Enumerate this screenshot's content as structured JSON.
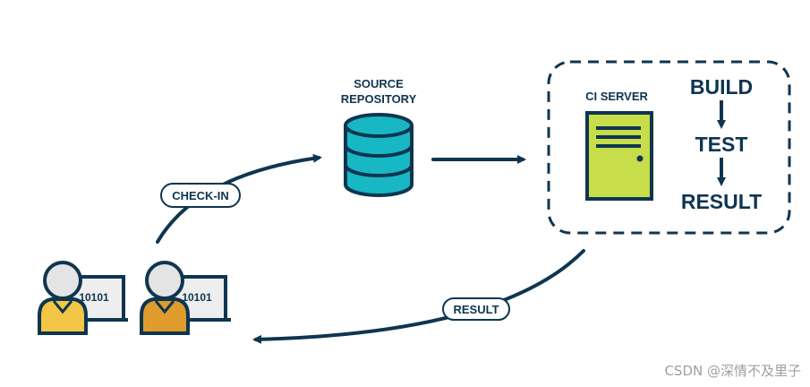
{
  "labels": {
    "source_repo_line1": "SOURCE",
    "source_repo_line2": "REPOSITORY",
    "ci_server": "CI SERVER",
    "build": "BUILD",
    "test": "TEST",
    "result_step": "RESULT",
    "check_in": "CHECK-IN",
    "result_feedback": "RESULT",
    "laptop_code_1": "10101",
    "laptop_code_2": "10101"
  },
  "watermark": "CSDN @深情不及里子",
  "colors": {
    "navy": "#0f3550",
    "teal": "#17b8c4",
    "green": "#c7dd4a",
    "dev1_shirt": "#f3c646",
    "dev2_shirt": "#de9c2c",
    "head": "#e4e4e4",
    "laptop": "#eeeeee"
  },
  "icons": [
    "database-icon",
    "server-icon",
    "developer-icon",
    "laptop-icon",
    "arrow-icon"
  ]
}
